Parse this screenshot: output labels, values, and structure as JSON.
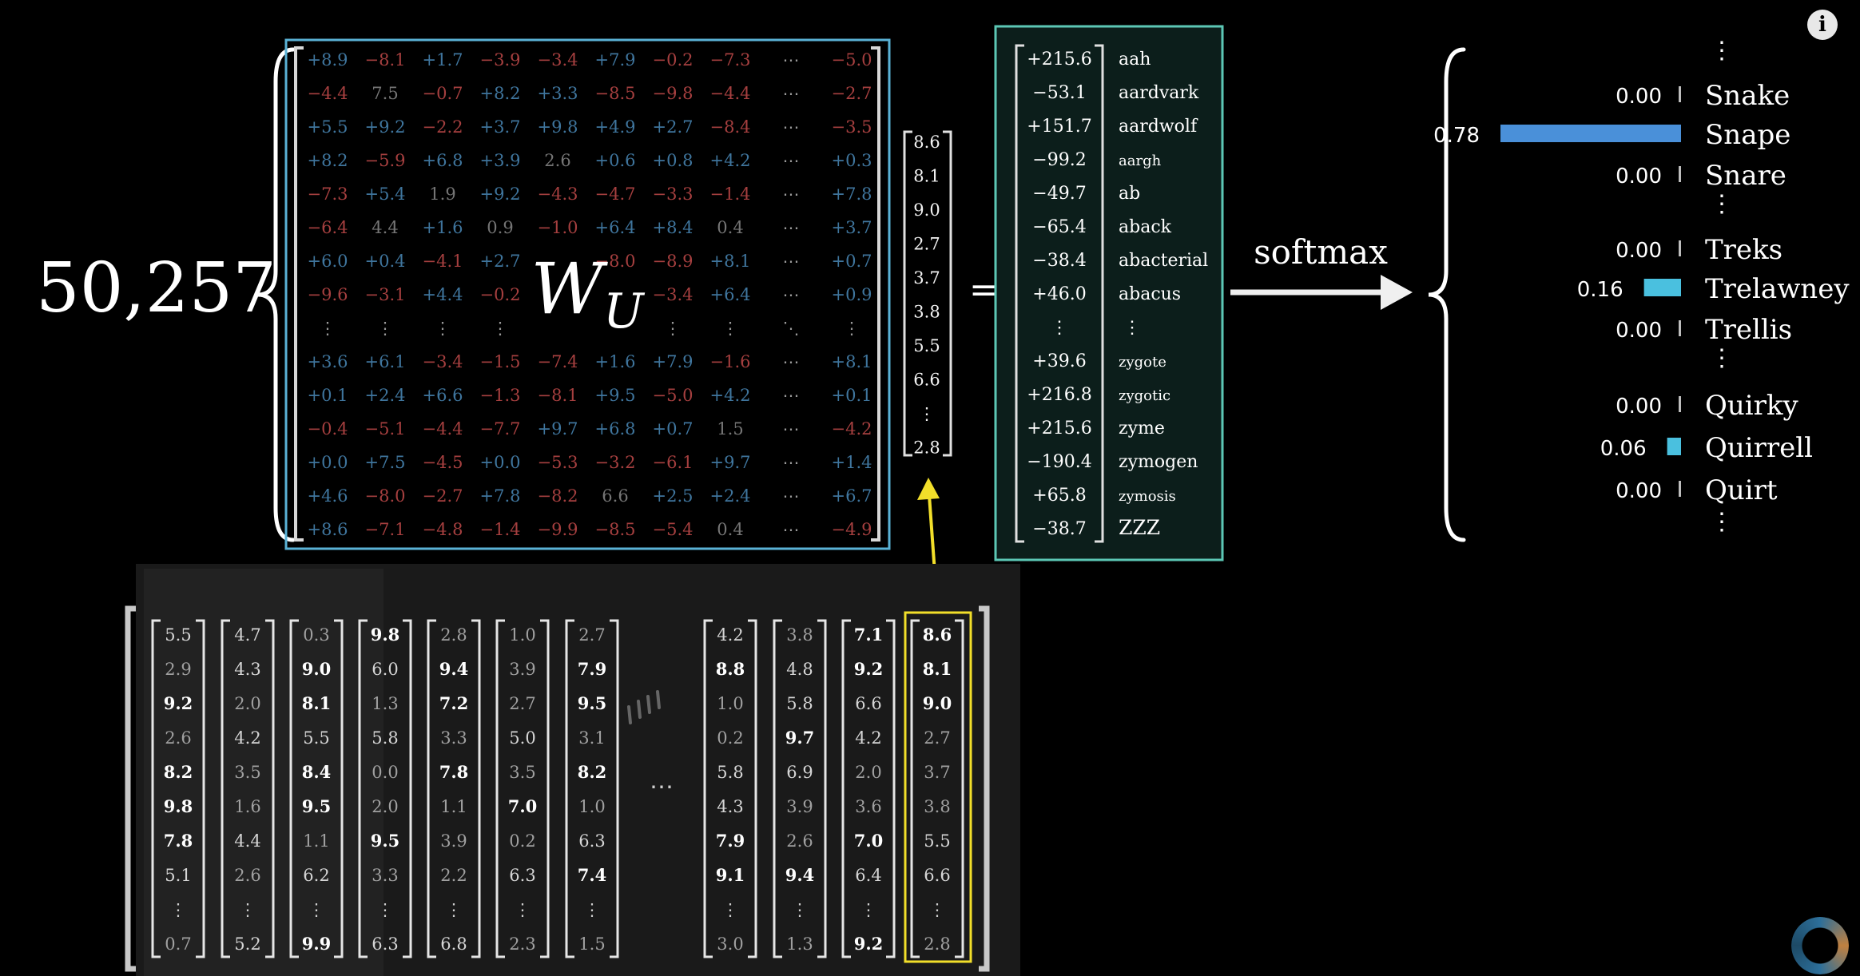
{
  "vocab_size": "50,257",
  "matrix_label": {
    "base": "W",
    "sub": "U"
  },
  "equals_sign": "=",
  "softmax_label": "softmax",
  "unembedding_matrix": {
    "rows": [
      [
        "+8.9",
        "−8.1",
        "+1.7",
        "−3.9",
        "−3.4",
        "+7.9",
        "−0.2",
        "−7.3",
        "⋯",
        "−5.0"
      ],
      [
        "−4.4",
        "7.5",
        "−0.7",
        "+8.2",
        "+3.3",
        "−8.5",
        "−9.8",
        "−4.4",
        "⋯",
        "−2.7"
      ],
      [
        "+5.5",
        "+9.2",
        "−2.2",
        "+3.7",
        "+9.8",
        "+4.9",
        "+2.7",
        "−8.4",
        "⋯",
        "−3.5"
      ],
      [
        "+8.2",
        "−5.9",
        "+6.8",
        "+3.9",
        "2.6",
        "+0.6",
        "+0.8",
        "+4.2",
        "⋯",
        "+0.3"
      ],
      [
        "−7.3",
        "+5.4",
        "1.9",
        "+9.2",
        "−4.3",
        "−4.7",
        "−3.3",
        "−1.4",
        "⋯",
        "+7.8"
      ],
      [
        "−6.4",
        "4.4",
        "+1.6",
        "0.9",
        "−1.0",
        "+6.4",
        "+8.4",
        "0.4",
        "⋯",
        "+3.7"
      ],
      [
        "+6.0",
        "+0.4",
        "−4.1",
        "+2.7",
        "",
        "−8.0",
        "−8.9",
        "+8.1",
        "⋯",
        "+0.7"
      ],
      [
        "−9.6",
        "−3.1",
        "+4.4",
        "−0.2",
        "",
        "",
        "−3.4",
        "+6.4",
        "⋯",
        "+0.9"
      ],
      [
        "⋮",
        "⋮",
        "⋮",
        "⋮",
        "",
        "",
        "⋮",
        "⋮",
        "⋱",
        "⋮"
      ],
      [
        "+3.6",
        "+6.1",
        "−3.4",
        "−1.5",
        "−7.4",
        "+1.6",
        "+7.9",
        "−1.6",
        "⋯",
        "+8.1"
      ],
      [
        "+0.1",
        "+2.4",
        "+6.6",
        "−1.3",
        "−8.1",
        "+9.5",
        "−5.0",
        "+4.2",
        "⋯",
        "+0.1"
      ],
      [
        "−0.4",
        "−5.1",
        "−4.4",
        "−7.7",
        "+9.7",
        "+6.8",
        "+0.7",
        "1.5",
        "⋯",
        "−4.2"
      ],
      [
        "+0.0",
        "+7.5",
        "−4.5",
        "+0.0",
        "−5.3",
        "−3.2",
        "−6.1",
        "+9.7",
        "⋯",
        "+1.4"
      ],
      [
        "+4.6",
        "−8.0",
        "−2.7",
        "+7.8",
        "−8.2",
        "6.6",
        "+2.5",
        "+2.4",
        "⋯",
        "+6.7"
      ],
      [
        "+8.6",
        "−7.1",
        "−4.8",
        "−1.4",
        "−9.9",
        "−8.5",
        "−5.4",
        "0.4",
        "⋯",
        "−4.9"
      ]
    ]
  },
  "last_embedding_vector": [
    "8.6",
    "8.1",
    "9.0",
    "2.7",
    "3.7",
    "3.8",
    "5.5",
    "6.6",
    "⋮",
    "2.8"
  ],
  "logits": [
    {
      "value": "+215.6",
      "token": "aah"
    },
    {
      "value": "−53.1",
      "token": "aardvark"
    },
    {
      "value": "+151.7",
      "token": "aardwolf"
    },
    {
      "value": "−99.2",
      "token": "aargh"
    },
    {
      "value": "−49.7",
      "token": "ab"
    },
    {
      "value": "−65.4",
      "token": "aback"
    },
    {
      "value": "−38.4",
      "token": "abacterial"
    },
    {
      "value": "+46.0",
      "token": "abacus"
    },
    {
      "value": "⋮",
      "token": "⋮"
    },
    {
      "value": "+39.6",
      "token": "zygote"
    },
    {
      "value": "+216.8",
      "token": "zygotic"
    },
    {
      "value": "+215.6",
      "token": "zyme"
    },
    {
      "value": "−190.4",
      "token": "zymogen"
    },
    {
      "value": "+65.8",
      "token": "zymosis"
    },
    {
      "value": "−38.7",
      "token": "ZZZ"
    }
  ],
  "probabilities": [
    {
      "kind": "dots"
    },
    {
      "kind": "entry",
      "value": "0.00",
      "word": "Snake",
      "prob": 0.0
    },
    {
      "kind": "entry",
      "value": "0.78",
      "word": "Snape",
      "prob": 0.78
    },
    {
      "kind": "entry",
      "value": "0.00",
      "word": "Snare",
      "prob": 0.0
    },
    {
      "kind": "dots"
    },
    {
      "kind": "entry",
      "value": "0.00",
      "word": "Treks",
      "prob": 0.0
    },
    {
      "kind": "entry",
      "value": "0.16",
      "word": "Trelawney",
      "prob": 0.16
    },
    {
      "kind": "entry",
      "value": "0.00",
      "word": "Trellis",
      "prob": 0.0
    },
    {
      "kind": "dots"
    },
    {
      "kind": "entry",
      "value": "0.00",
      "word": "Quirky",
      "prob": 0.0
    },
    {
      "kind": "entry",
      "value": "0.06",
      "word": "Quirrell",
      "prob": 0.06
    },
    {
      "kind": "entry",
      "value": "0.00",
      "word": "Quirt",
      "prob": 0.0
    },
    {
      "kind": "dots"
    }
  ],
  "embedding_columns": [
    [
      "5.5",
      "2.9",
      "9.2",
      "2.6",
      "8.2",
      "9.8",
      "7.8",
      "5.1",
      "⋮",
      "0.7"
    ],
    [
      "4.7",
      "4.3",
      "2.0",
      "4.2",
      "3.5",
      "1.6",
      "4.4",
      "2.6",
      "⋮",
      "5.2"
    ],
    [
      "0.3",
      "9.0",
      "8.1",
      "5.5",
      "8.4",
      "9.5",
      "1.1",
      "6.2",
      "⋮",
      "9.9"
    ],
    [
      "9.8",
      "6.0",
      "1.3",
      "5.8",
      "0.0",
      "2.0",
      "9.5",
      "3.3",
      "⋮",
      "6.3"
    ],
    [
      "2.8",
      "9.4",
      "7.2",
      "3.3",
      "7.8",
      "1.1",
      "3.9",
      "2.2",
      "⋮",
      "6.8"
    ],
    [
      "1.0",
      "3.9",
      "2.7",
      "5.0",
      "3.5",
      "7.0",
      "0.2",
      "6.3",
      "⋮",
      "2.3"
    ],
    [
      "2.7",
      "7.9",
      "9.5",
      "3.1",
      "8.2",
      "1.0",
      "6.3",
      "7.4",
      "⋮",
      "1.5"
    ],
    [
      "4.2",
      "8.8",
      "1.0",
      "0.2",
      "5.8",
      "4.3",
      "7.9",
      "9.1",
      "⋮",
      "3.0"
    ],
    [
      "3.8",
      "4.8",
      "5.8",
      "9.7",
      "6.9",
      "3.9",
      "2.6",
      "9.4",
      "⋮",
      "1.3"
    ],
    [
      "7.1",
      "9.2",
      "6.6",
      "4.2",
      "2.0",
      "3.6",
      "7.0",
      "6.4",
      "⋮",
      "9.2"
    ],
    [
      "8.6",
      "8.1",
      "9.0",
      "2.7",
      "3.7",
      "3.8",
      "5.5",
      "6.6",
      "⋮",
      "2.8"
    ]
  ],
  "embedding_ellipsis": "⋯",
  "colors": {
    "background": "#000000",
    "matrix_frame": "#5ab2d6",
    "logits_frame": "#5cc7b5",
    "logits_fill": "#0c1e1b",
    "highlight_yellow": "#f2df2a",
    "bar_top": "#4a90d9",
    "bar_other": "#4ac0df",
    "negative_entry": "#c24a4a",
    "positive_entry": "#4a8ab8"
  },
  "icons": {
    "info": "info-icon",
    "loader": "spinner-icon"
  },
  "info_glyph": "i"
}
